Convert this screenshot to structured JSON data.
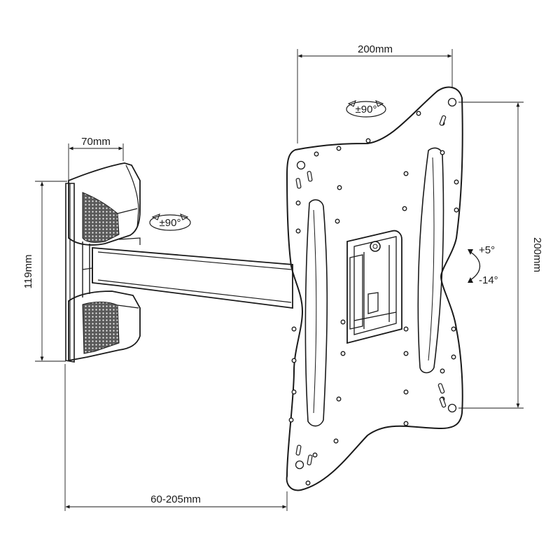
{
  "dimensions": {
    "plate_width": "200mm",
    "plate_height": "200mm",
    "wall_mount_width": "70mm",
    "wall_mount_height": "119mm",
    "arm_reach": "60-205mm"
  },
  "rotations": {
    "plate_swivel": "±90°",
    "arm_swivel": "±90°",
    "tilt_up": "+5°",
    "tilt_down": "-14°"
  }
}
